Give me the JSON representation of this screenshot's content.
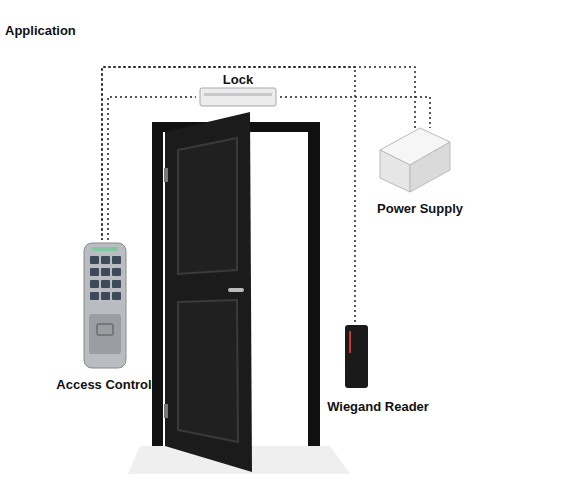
{
  "diagram": {
    "title": "Application",
    "nodes": [
      {
        "text": [
          "Lock"
        ]
      },
      {
        "text": [
          "Power Supply"
        ]
      },
      {
        "text": [
          "Access Control"
        ]
      },
      {
        "text": [
          "Wiegand Reader"
        ]
      }
    ],
    "edges": [
      {
        "from": 2,
        "to": 0,
        "arrow": "none"
      },
      {
        "from": 0,
        "to": 1,
        "arrow": "none"
      },
      {
        "from": 2,
        "to": 1,
        "arrow": "none"
      },
      {
        "from": 3,
        "to": 2,
        "arrow": "none"
      }
    ]
  }
}
